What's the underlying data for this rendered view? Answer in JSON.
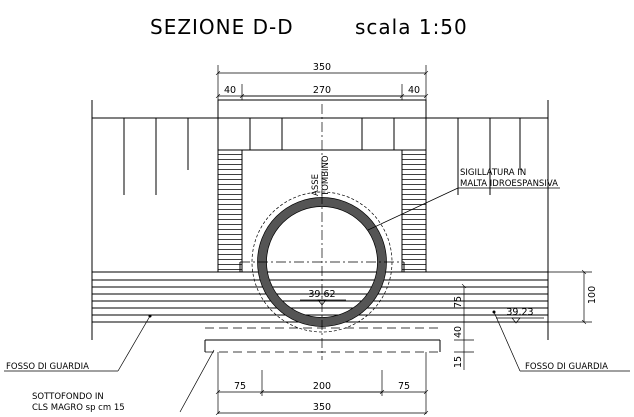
{
  "title": "SEZIONE D-D",
  "scale": "scala 1:50",
  "dimensions": {
    "top_total": "350",
    "top_left_wall": "40",
    "top_inner": "270",
    "top_right_wall": "40",
    "bottom_left": "75",
    "bottom_center": "200",
    "bottom_right": "75",
    "bottom_total": "350",
    "height_100": "100",
    "height_75": "75",
    "height_40": "40",
    "height_15": "15"
  },
  "elevations": {
    "pipe_invert": "39.62",
    "ditch_bottom": "39.23"
  },
  "labels": {
    "axis_line1": "ASSE",
    "axis_line2": "TOMBINO",
    "seal_line1": "SIGILLATURA IN",
    "seal_line2": "MALTA IDROESPANSIVA",
    "ditch_left": "FOSSO DI GUARDIA",
    "ditch_right": "FOSSO DI GUARDIA",
    "base_line1": "SOTTOFONDO IN",
    "base_line2": "CLS MAGRO sp cm 15"
  }
}
